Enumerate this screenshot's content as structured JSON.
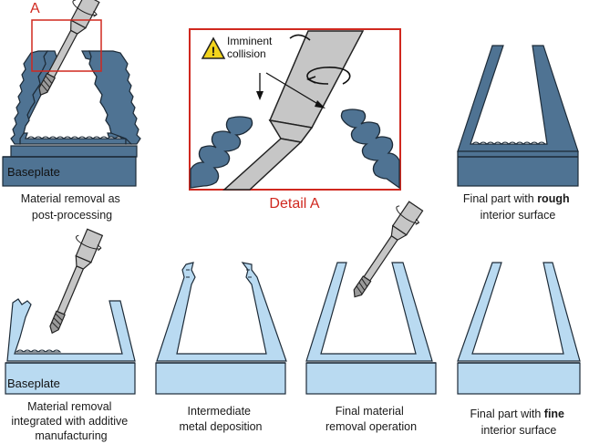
{
  "labels": {
    "detail_marker": "A",
    "detail_title": "Detail A",
    "collision_line1": "Imminent",
    "collision_line2": "collision",
    "baseplate_top": "Baseplate",
    "baseplate_bottom": "Baseplate"
  },
  "captions": {
    "top_left": {
      "line1": "Material removal as",
      "line2": "post-processing"
    },
    "top_right": {
      "line1_pre": "Final part with ",
      "line1_bold": "rough",
      "line2": "interior surface"
    },
    "bottom_1": {
      "line1": "Material removal",
      "line2": "integrated with additive",
      "line3": "manufacturing"
    },
    "bottom_2": {
      "line1": "Intermediate",
      "line2": "metal deposition"
    },
    "bottom_3": {
      "line1": "Final material",
      "line2": "removal operation"
    },
    "bottom_4": {
      "line1_pre": "Final part with ",
      "line1_bold": "fine",
      "line2": "interior surface"
    }
  },
  "colors": {
    "dark_part": "#4f7393",
    "light_part": "#b9daf1",
    "tool": "#c6c6c6",
    "highlight": "#d0281f",
    "warning": "#f2d41c"
  }
}
